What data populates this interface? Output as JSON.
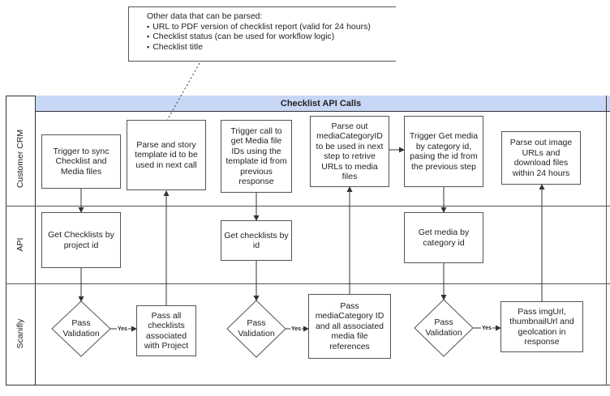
{
  "note": {
    "heading": "Other data that can be parsed:",
    "items": [
      "URL to PDF version of checklist report (valid for 24 hours)",
      "Checklist status (can be used for workflow logic)",
      "Checklist title"
    ]
  },
  "header": "Checklist API Calls",
  "lanes": [
    "Customer CRM",
    "API",
    "Scanifly"
  ],
  "crm": {
    "step1": "Trigger to sync Checklist and Media files",
    "step2": "Parse and story template id to be used in next call",
    "step3": "Trigger call to get Media file IDs using the template id from previous response",
    "step4": "Parse out mediaCategoryID to be used in next step to retrive URLs to media files",
    "step5": "Trigger Get media by category id, pasing the id from the previous step",
    "step6": "Parse out image URLs and download files within 24 hours"
  },
  "api": {
    "a1": "Get Checklists by project id",
    "a2": "Get checklists by id",
    "a3": "Get media by category id"
  },
  "scanifly": {
    "d1": "Pass Validation",
    "d2": "Pass Validation",
    "d3": "Pass Validation",
    "yes": "Yes",
    "p1": "Pass all checklists associated with Project",
    "p2": "Pass mediaCategory ID and all associated media file references",
    "p3": "Pass imgUrl, thumbnailUrl and geolcation in response"
  }
}
